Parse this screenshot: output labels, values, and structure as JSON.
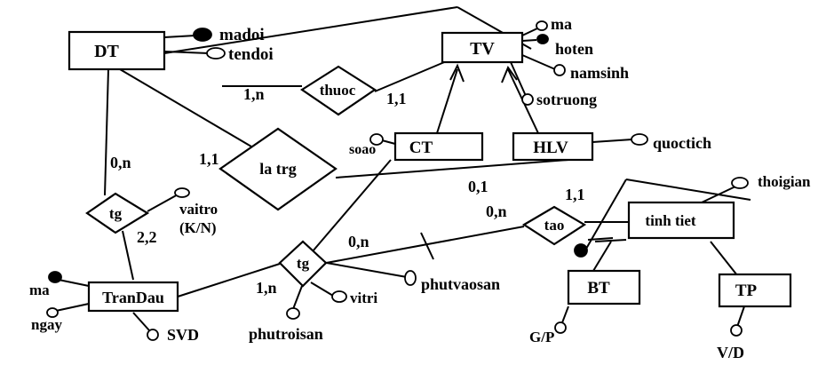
{
  "entities": {
    "dt": "DT",
    "tv": "TV",
    "ct": "CT",
    "hlv": "HLV",
    "trandau": "TranDau",
    "tinhtiet": "tinh tiet",
    "bt": "BT",
    "tp": "TP"
  },
  "relationships": {
    "thuoc": "thuoc",
    "latrg": "la trg",
    "tg_left": "tg",
    "tg_mid": "tg",
    "tao": "tao"
  },
  "attributes": {
    "madoi": "madoi",
    "tendoi": "tendoi",
    "tv_ma": "ma",
    "hoten": "hoten",
    "namsinh": "namsinh",
    "sotruong": "sotruong",
    "soao": "soao",
    "quoctich": "quoctich",
    "vaitro": "vaitro",
    "vaitro_values": "(K/N)",
    "td_ma": "ma",
    "ngay": "ngay",
    "svd": "SVD",
    "phutvaosan": "phutvaosan",
    "vitri": "vitri",
    "phutroisan": "phutroisan",
    "thoigian": "thoigian",
    "gp": "G/P",
    "vd": "V/D"
  },
  "cardinalities": {
    "dt_thuoc": "1,n",
    "tv_thuoc": "1,1",
    "dt_latrg": "1,1",
    "hlv_latrg": "0,1",
    "dt_tg": "0,n",
    "td_tg": "2,2",
    "td_tgmid": "1,n",
    "ct_tgmid": "0,n",
    "tao_left": "0,n",
    "tao_right": "1,1"
  }
}
